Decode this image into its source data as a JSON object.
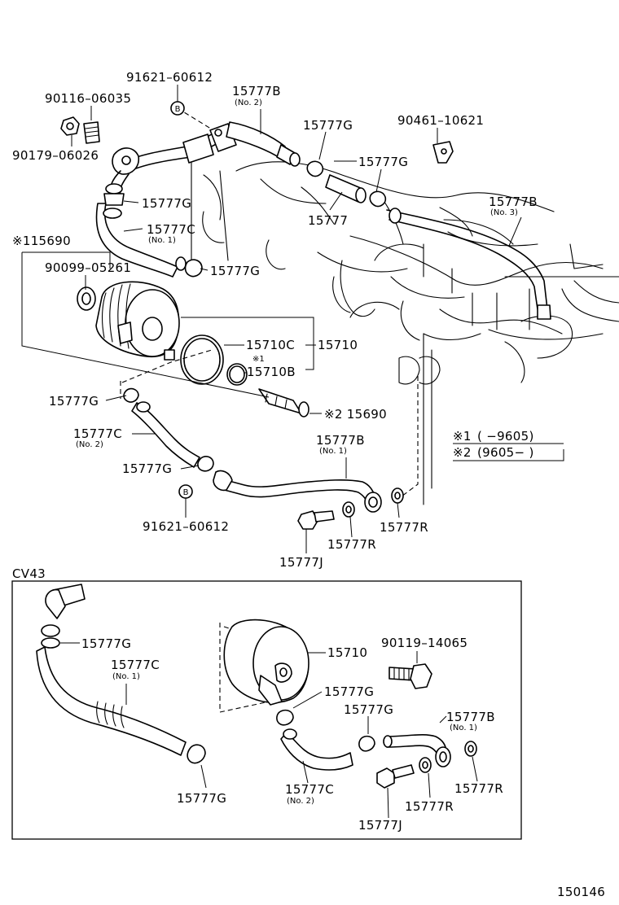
{
  "labels": {
    "p91621_60612_top": "91621–60612",
    "p90116_06035": "90116–06035",
    "p90179_06026": "90179–06026",
    "p15777B_no2": "15777B",
    "p15777B_no2_sub": "(No. 2)",
    "p15777G_a": "15777G",
    "p90461_10621": "90461–10621",
    "p15777G_b": "15777G",
    "p15777_pipe": "15777",
    "p15777B_no3": "15777B",
    "p15777B_no3_sub": "(No. 3)",
    "p15777G_c": "15777G",
    "p15777C_no1": "15777C",
    "p15777C_no1_sub": "(No. 1)",
    "p15777G_d": "15777G",
    "p15690_star1": "※115690",
    "p90099_05261": "90099–05261",
    "p15710C": "15710C",
    "p15710_main": "15710",
    "p15710B_note": "※1",
    "p15710B": "15710B",
    "p15777G_e": "15777G",
    "p15690_star2": "※2 15690",
    "p15777C_no2": "15777C",
    "p15777C_no2_sub": "(No. 2)",
    "p15777G_f": "15777G",
    "p15777B_no1": "15777B",
    "p15777B_no1_sub": "(No. 1)",
    "p91621_60612_bot": "91621–60612",
    "p15777R_a": "15777R",
    "p15777R_b": "15777R",
    "p15777J": "15777J",
    "note1_mark": "※1",
    "note1_text": "(       −9605)",
    "note2_mark": "※2",
    "note2_text": "(9605−       )",
    "bolt_marker_a": "B",
    "bolt_marker_b": "B"
  },
  "inset": {
    "title": "CV43",
    "p15777G_1": "15777G",
    "p15777C_no1": "15777C",
    "p15777C_no1_sub": "(No. 1)",
    "p15777G_2": "15777G",
    "p15710": "15710",
    "p90119_14065": "90119–14065",
    "p15777G_3": "15777G",
    "p15777G_4": "15777G",
    "p15777B_no1": "15777B",
    "p15777B_no1_sub": "(No. 1)",
    "p15777C_no2": "15777C",
    "p15777C_no2_sub": "(No. 2)",
    "p15777R_1": "15777R",
    "p15777R_2": "15777R",
    "p15777J": "15777J"
  },
  "figure_number": "150146"
}
